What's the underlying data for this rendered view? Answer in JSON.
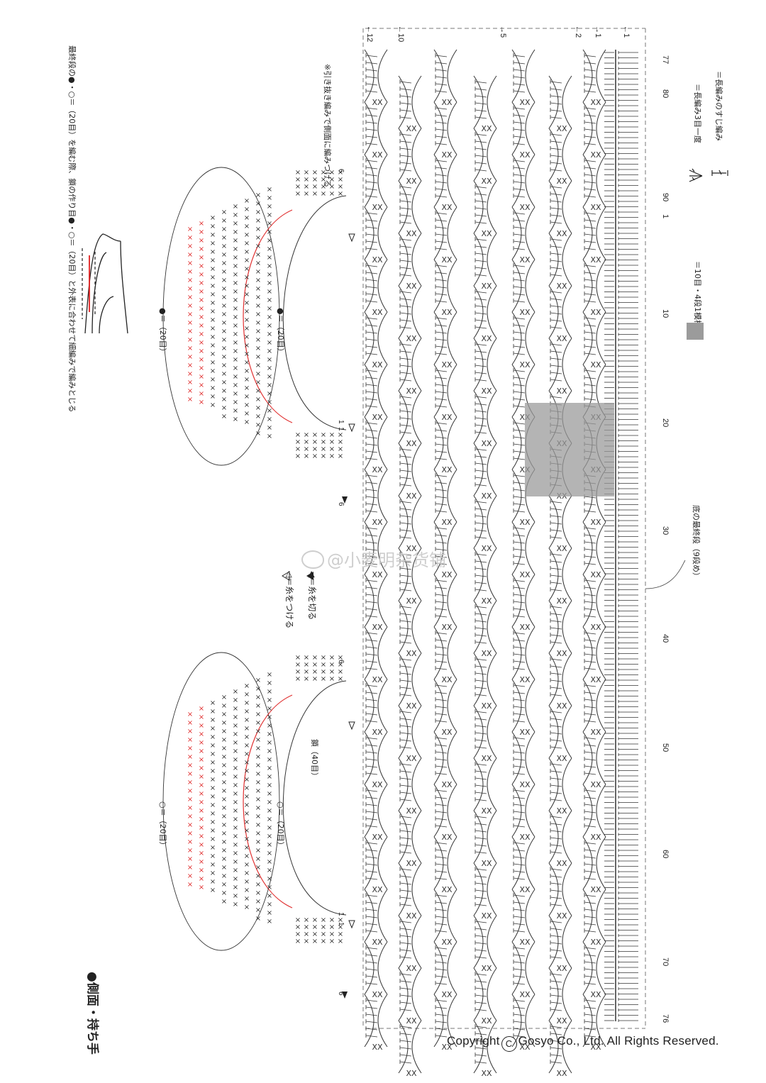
{
  "title": "●側面・持ち手",
  "legend": {
    "tr3": "＝長編み3目一度",
    "trbl": "＝長編みのすじ編み",
    "repeat": "＝10目・4段1模様"
  },
  "notes": {
    "last_row": "最終段の●・○＝（20目）を編む際、鎖の作り目●・○＝（20目）と外表に合わせて細編みで編みとじる",
    "slip": "※引き抜き編みで側面に編みつける",
    "join": "◁＝糸をつける",
    "cut": "◀＝糸を切る",
    "chain": "鎖（40目）",
    "filled20a": "●＝（20目）",
    "filled20b": "●＝（20目）",
    "open20a": "○＝（20目）",
    "open20b": "○＝（20目）",
    "base": "底の最終段（9段め）"
  },
  "row_labels": [
    "←12",
    "←10",
    "→5",
    "←2",
    "→1",
    "←1"
  ],
  "stitch_numbers": [
    "77",
    "80",
    "90",
    "1",
    "10",
    "20",
    "30",
    "40",
    "50",
    "60",
    "70",
    "76"
  ],
  "handle_numbers": [
    "6",
    "1",
    "1",
    "6",
    "6",
    "1",
    "1",
    "6"
  ],
  "watermark": "@小麦明杂货铺",
  "copyright": {
    "prefix": "Copyright",
    "symbol": "C",
    "suffix": "Gosyo Co., Ltd. All Rights Reserved."
  }
}
